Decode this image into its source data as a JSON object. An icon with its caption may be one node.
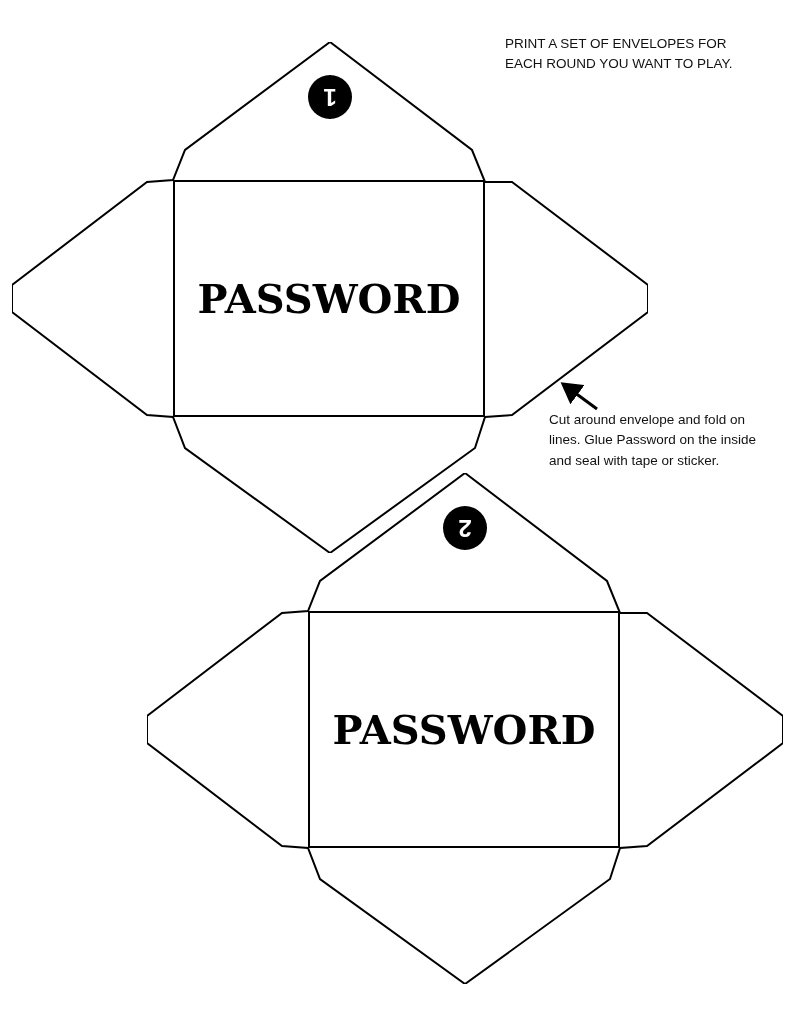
{
  "diagram": {
    "nodes": [
      {
        "text": [],
        "shape": "envelope"
      },
      {
        "text": [
          "PASSWORD"
        ],
        "in": 0
      },
      {
        "text": [
          "1"
        ],
        "in": 0
      },
      {
        "text": [],
        "shape": "envelope"
      },
      {
        "text": [
          "PASSWORD"
        ],
        "in": 3
      },
      {
        "text": [
          "2"
        ],
        "in": 3
      },
      {
        "text": [
          "Cut around envelope and fold on lines. Glue Password on the inside and seal with tape or sticker."
        ]
      }
    ],
    "edges": [
      {
        "from": 6,
        "to": 0,
        "arrow": "to"
      }
    ],
    "labels": [
      "PRINT A SET OF ENVELOPES FOR EACH ROUND YOU WANT TO PLAY."
    ]
  }
}
